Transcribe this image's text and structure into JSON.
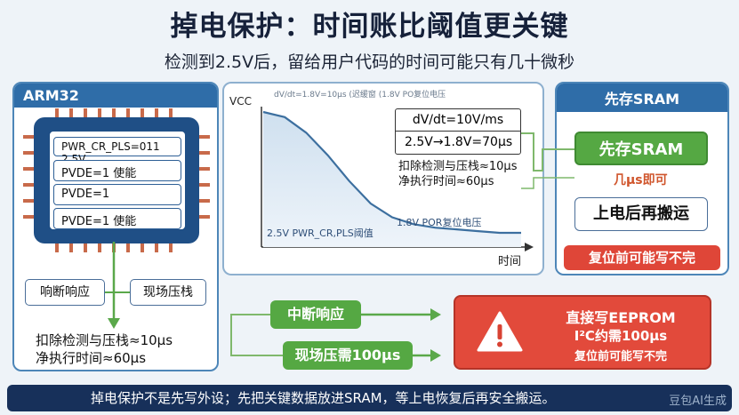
{
  "title": "掉电保护：时间账比阈值更关键",
  "subtitle": "检测到2.5V后，留给用户代码的时间可能只有几十微秒",
  "left_panel": {
    "header": "ARM32",
    "registers": [
      "PWR_CR_PLS=011 2.5V",
      "PVDE=1 使能",
      "PVDE=1",
      "PVDE=1 使能"
    ],
    "buttons": [
      "响断响应",
      "现场压栈"
    ],
    "notes": [
      "扣除检测与压栈≈10μs",
      "净执行时间≈60μs"
    ]
  },
  "chart": {
    "y_label": "VCC",
    "top_note": "dV/dt=1.8V=10μs (迟缓窗 (1.8V PO复位电压",
    "x_label": "时间",
    "label_start": "2.5V PWR_CR,PLS阈值",
    "label_end": "1.8V POR复位电压",
    "rate_box": [
      "dV/dt=10V/ms",
      "2.5V→1.8V=70μs"
    ],
    "notes": [
      "扣除检测与压栈≈10μs",
      "净执行时间≈60μs"
    ]
  },
  "chart_data": {
    "type": "line",
    "y_label": "VCC",
    "x_label": "时间",
    "series": [
      {
        "values": [
          2.5,
          2.47,
          2.38,
          2.25,
          2.1,
          1.97,
          1.89,
          1.85,
          1.83,
          1.82,
          1.81,
          1.8,
          1.8
        ]
      }
    ],
    "annotations": [
      "2.5V PWR_CR,PLS阈值",
      "1.8V POR复位电压",
      "dV/dt=10V/ms",
      "2.5V→1.8V=70μs"
    ]
  },
  "right_panel": {
    "header": "先存SRAM",
    "save_sram": "先存SRAM",
    "note": "几μs即可",
    "carry": "上电后再搬运",
    "warn": "复位前可能写不完"
  },
  "flow": {
    "step1": "中断响应",
    "step2": "现场压需100μs"
  },
  "eeprom": {
    "line1": "直接写EEPROM",
    "line2": "I²C约需100μs",
    "line3": "复位前可能写不完"
  },
  "footer": "掉电保护不是先写外设；先把关键数据放进SRAM，等上电恢复后再安全搬运。",
  "watermark": "豆包AI生成",
  "colors": {
    "blue": "#2f6da8",
    "green": "#55a843",
    "red": "#df4638",
    "navy": "#17305a"
  }
}
